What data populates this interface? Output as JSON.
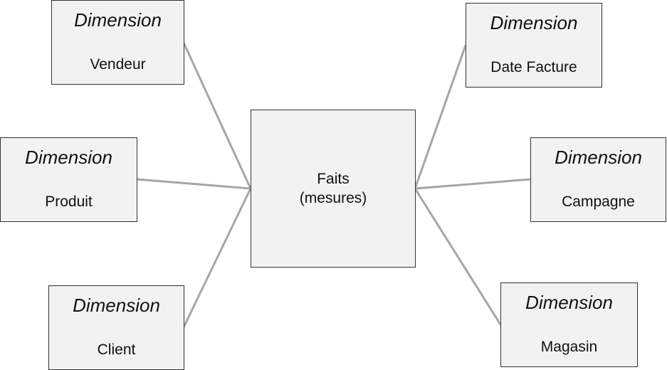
{
  "fact": {
    "line1": "Faits",
    "line2": "(mesures)"
  },
  "dimensions": [
    {
      "heading": "Dimension",
      "label": "Vendeur"
    },
    {
      "heading": "Dimension",
      "label": "Produit"
    },
    {
      "heading": "Dimension",
      "label": "Client"
    },
    {
      "heading": "Dimension",
      "label": "Date Facture"
    },
    {
      "heading": "Dimension",
      "label": "Campagne"
    },
    {
      "heading": "Dimension",
      "label": "Magasin"
    }
  ],
  "colors": {
    "box_fill": "#f2f2f2",
    "box_border": "#333333",
    "connector": "#a6a6a6"
  }
}
